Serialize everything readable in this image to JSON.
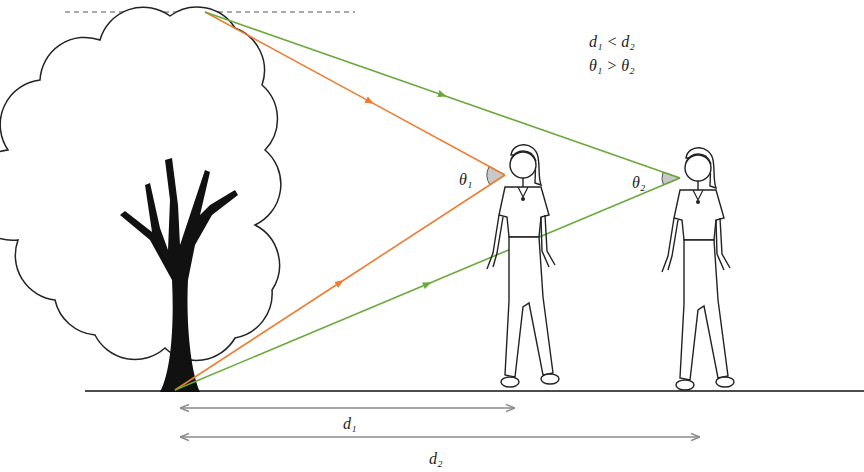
{
  "diagram": {
    "labels": [
      "d₁ < d₂",
      "θ₁ > θ₂",
      "θ₁",
      "θ₂",
      "d₁",
      "d₂"
    ]
  }
}
